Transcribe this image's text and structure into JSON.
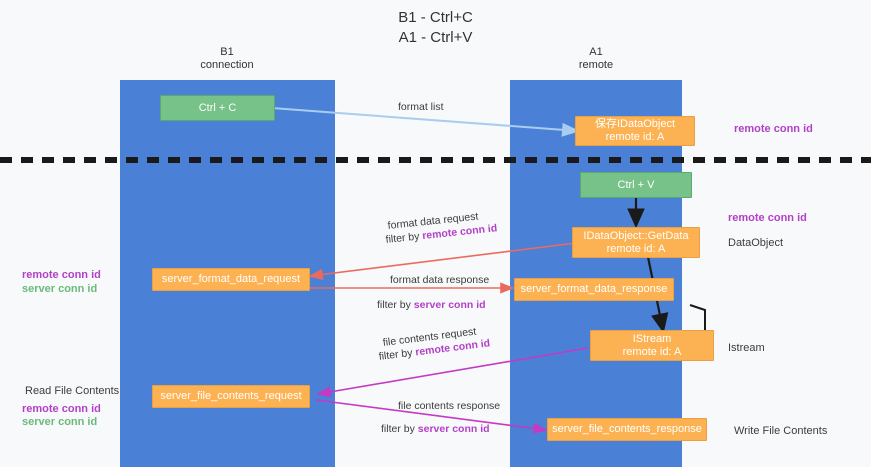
{
  "title": {
    "line1": "B1 - Ctrl+C",
    "line2": "A1 - Ctrl+V"
  },
  "lanes": [
    {
      "name": "B1",
      "sub": "connection"
    },
    {
      "name": "A1",
      "sub": "remote"
    }
  ],
  "nodes": {
    "ctrl_c": "Ctrl + C",
    "ctrl_v": "Ctrl + V",
    "save_dataobject_l1": "保存IDataObject",
    "save_dataobject_l2": "remote id: A",
    "getdata_l1": "IDataObject::GetData",
    "getdata_l2": "remote id: A",
    "istream_l1": "IStream",
    "istream_l2": "remote id: A",
    "server_format_data_request": "server_format_data_request",
    "server_format_data_response": "server_format_data_response",
    "server_file_contents_request": "server_file_contents_request",
    "server_file_contents_response": "server_file_contents_response"
  },
  "edge_labels": {
    "format_list": "format list",
    "format_data_request": "format data request",
    "format_data_request_filter_prefix": "filter by ",
    "format_data_request_filter_value": "remote conn id",
    "format_data_response": "format data response",
    "format_data_response_filter_prefix": "filter by ",
    "format_data_response_filter_value": "server conn id",
    "file_contents_request": "file contents request",
    "file_contents_request_filter_prefix": "filter by ",
    "file_contents_request_filter_value": "remote conn id",
    "file_contents_response": "file contents response",
    "file_contents_response_filter_prefix": "filter by ",
    "file_contents_response_filter_value": "server conn id"
  },
  "right_annotations": {
    "remote_conn_id_top": "remote conn id",
    "remote_conn_id_mid": "remote conn id",
    "dataobject": "DataObject",
    "istream": "Istream",
    "write_file_contents": "Write File Contents"
  },
  "left_annotations": {
    "remote_conn_id_mid": "remote conn id",
    "server_conn_id_mid": "server conn id",
    "read_file_contents": "Read File Contents",
    "remote_conn_id_bottom": "remote conn id",
    "server_conn_id_bottom": "server conn id"
  },
  "colors": {
    "lane": "#4a80d6",
    "green_node": "#76c288",
    "orange_node": "#fcb252",
    "purple_text": "#b340c8",
    "green_text": "#6aba7d",
    "light_blue_arrow": "#a8cdf0",
    "red_arrow": "#ea6b5e",
    "magenta_arrow": "#c43ac4",
    "black_arrow": "#1a1a1a",
    "background": "#f8f9fa"
  }
}
